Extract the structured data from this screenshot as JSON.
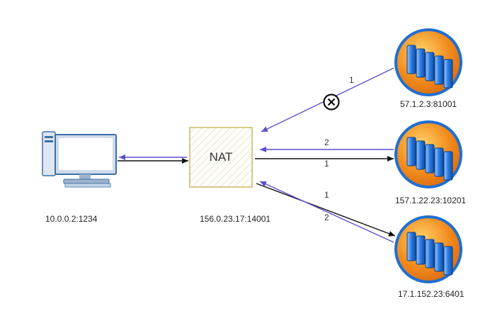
{
  "nodes": {
    "client": {
      "label": "10.0.0.2:1234",
      "icon": "desktop-computer-icon"
    },
    "nat": {
      "title": "NAT",
      "address": "156.0.23.17:14001"
    },
    "server1": {
      "label": "57.1.2.3:81001",
      "icon": "server-rack-icon"
    },
    "server2": {
      "label": "157.1.22.23:10201",
      "icon": "server-rack-icon"
    },
    "server3": {
      "label": "17.1.152.23:6401",
      "icon": "server-rack-icon"
    }
  },
  "edges": {
    "server1_to_nat": {
      "step": "1",
      "blocked": true
    },
    "server2_to_nat": {
      "step": "2"
    },
    "nat_to_server2": {
      "step": "1"
    },
    "nat_to_server3": {
      "step": "1"
    },
    "server3_to_nat": {
      "step": "2"
    }
  },
  "colors": {
    "outbound": "#111111",
    "inbound": "#5b4fcf",
    "nat_border": "#d6c98a",
    "nat_hatch": "#ece4bd",
    "server_orange": "#f28c1e",
    "server_blue": "#1f6fd1"
  }
}
